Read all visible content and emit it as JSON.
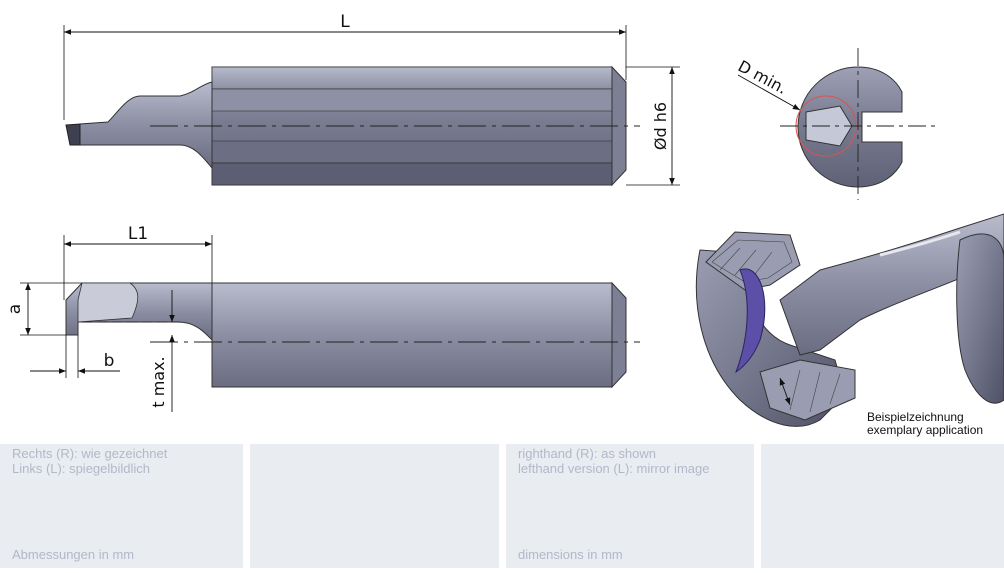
{
  "dimensions": {
    "L": "L",
    "d": "Ød h6",
    "D_min": "D min.",
    "L1": "L1",
    "a": "a",
    "b": "b",
    "t_max": "t max."
  },
  "caption": {
    "line1": "Beispielzeichnung",
    "line2": "exemplary application"
  },
  "notes_de": {
    "line1": "Rechts (R): wie gezeichnet",
    "line2": "Links (L): spiegelbildlich",
    "units": "Abmessungen in mm"
  },
  "notes_en": {
    "line1": "righthand (R): as shown",
    "line2": "lefthand version (L): mirror image",
    "units": "dimensions in mm"
  },
  "colors": {
    "tool_body": "#8a8da3",
    "tool_dark": "#5c5f74",
    "tool_light": "#c8cad8",
    "panel_bg": "#e9ecf1",
    "panel_text": "#b3b8c8",
    "insert_highlight": "#5b4fa8"
  }
}
